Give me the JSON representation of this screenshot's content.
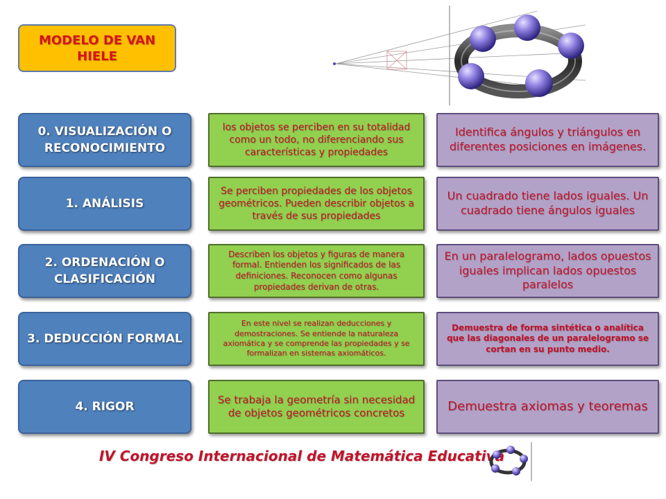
{
  "title": "MODELO DE VAN HIELE",
  "levels": [
    {
      "name": "0. VISUALIZACIÓN O RECONOCIMIENTO",
      "description": "los objetos se perciben en su totalidad como un todo, no diferenciando sus características y propiedades",
      "example": "Identifica ángulos y triángulos en diferentes posiciones en imágenes."
    },
    {
      "name": "1. ANÁLISIS",
      "description": "Se perciben propiedades de los objetos geométricos. Pueden describir objetos a través de sus propiedades",
      "example": "Un cuadrado tiene lados iguales. Un cuadrado tiene ángulos iguales"
    },
    {
      "name": "2. ORDENACIÓN O CLASIFICACIÓN",
      "description": "Describen los objetos y figuras de manera formal. Entienden los significados de las definiciones. Reconocen como algunas propiedades derivan de otras.",
      "example": "En un paralelogramo, lados opuestos iguales implican lados opuestos paralelos"
    },
    {
      "name": "3. DEDUCCIÓN FORMAL",
      "description": "En este nivel se realizan deducciones y demostraciones. Se entiende la naturaleza axiomática y se comprende las propiedades y se formalizan en sistemas axiomáticos.",
      "example": "Demuestra de forma sintética o analítica que las diagonales de un paralelogramo se cortan en su punto medio."
    },
    {
      "name": "4. RIGOR",
      "description": "Se trabaja la geometría sin necesidad de objetos geométricos concretos",
      "example": "Demuestra axiomas y teoremas"
    }
  ],
  "footer": "IV Congreso Internacional de Matemática Educativa",
  "icons": {
    "header_logo": "geogebra-ring-logo-icon",
    "footer_logo": "geogebra-ring-logo-icon"
  },
  "colors": {
    "title_bg": "#ffc000",
    "level_bg": "#4f81bd",
    "description_bg": "#92d050",
    "example_bg": "#b3a2c7",
    "text_red": "#c0142a"
  }
}
